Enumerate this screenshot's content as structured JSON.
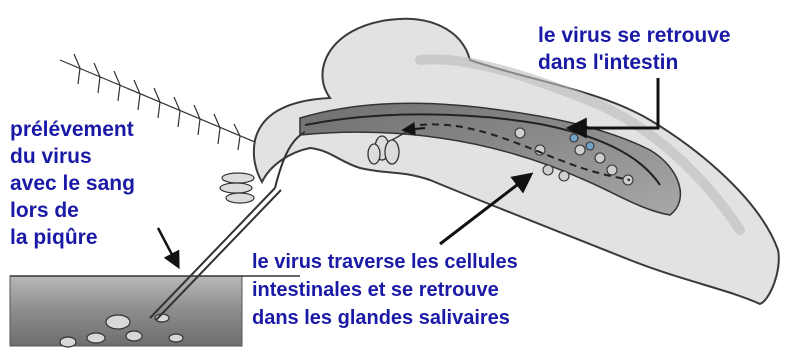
{
  "colors": {
    "label_text": "#1a1aa6",
    "body_fill": "#e2e2e2",
    "body_stroke": "#3a3a3a",
    "gut_fill": "#9a9a9a",
    "arrow": "#111111",
    "skin": "#8c8c8c"
  },
  "labels": {
    "intestin": [
      "le virus se retrouve",
      "dans l'intestin"
    ],
    "prelevement": [
      "prélévement",
      "du virus",
      "avec le sang",
      "lors de",
      "la piqûre"
    ],
    "glandes": [
      "le virus traverse les cellules",
      "intestinales et se retrouve",
      "dans les glandes salivaires"
    ]
  }
}
